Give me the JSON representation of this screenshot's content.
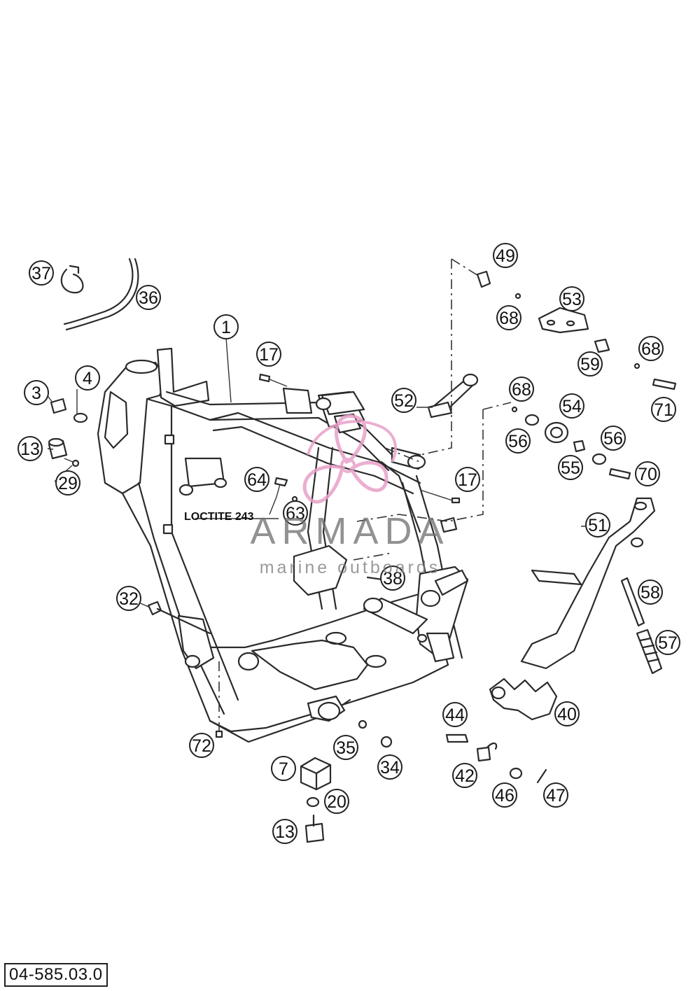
{
  "document_number": "04-585.03.0",
  "annotation": "LOCTITE 243",
  "watermark": {
    "name": "ARMADA",
    "tagline": "marine outboards",
    "logo_color": "#e8a0c8"
  },
  "callouts": [
    {
      "id": "c1",
      "label": "1"
    },
    {
      "id": "c3",
      "label": "3"
    },
    {
      "id": "c4",
      "label": "4"
    },
    {
      "id": "c7",
      "label": "7"
    },
    {
      "id": "c13a",
      "label": "13"
    },
    {
      "id": "c13b",
      "label": "13"
    },
    {
      "id": "c17a",
      "label": "17"
    },
    {
      "id": "c17b",
      "label": "17"
    },
    {
      "id": "c20",
      "label": "20"
    },
    {
      "id": "c29",
      "label": "29"
    },
    {
      "id": "c32",
      "label": "32"
    },
    {
      "id": "c34",
      "label": "34"
    },
    {
      "id": "c35",
      "label": "35"
    },
    {
      "id": "c36",
      "label": "36"
    },
    {
      "id": "c37",
      "label": "37"
    },
    {
      "id": "c38",
      "label": "38"
    },
    {
      "id": "c40",
      "label": "40"
    },
    {
      "id": "c42",
      "label": "42"
    },
    {
      "id": "c44",
      "label": "44"
    },
    {
      "id": "c46",
      "label": "46"
    },
    {
      "id": "c47",
      "label": "47"
    },
    {
      "id": "c49",
      "label": "49"
    },
    {
      "id": "c51",
      "label": "51"
    },
    {
      "id": "c52",
      "label": "52"
    },
    {
      "id": "c53",
      "label": "53"
    },
    {
      "id": "c54",
      "label": "54"
    },
    {
      "id": "c55",
      "label": "55"
    },
    {
      "id": "c56a",
      "label": "56"
    },
    {
      "id": "c56b",
      "label": "56"
    },
    {
      "id": "c57",
      "label": "57"
    },
    {
      "id": "c58",
      "label": "58"
    },
    {
      "id": "c59",
      "label": "59"
    },
    {
      "id": "c63",
      "label": "63"
    },
    {
      "id": "c64",
      "label": "64"
    },
    {
      "id": "c68a",
      "label": "68"
    },
    {
      "id": "c68b",
      "label": "68"
    },
    {
      "id": "c68c",
      "label": "68"
    },
    {
      "id": "c70",
      "label": "70"
    },
    {
      "id": "c71",
      "label": "71"
    },
    {
      "id": "c72",
      "label": "72"
    }
  ]
}
